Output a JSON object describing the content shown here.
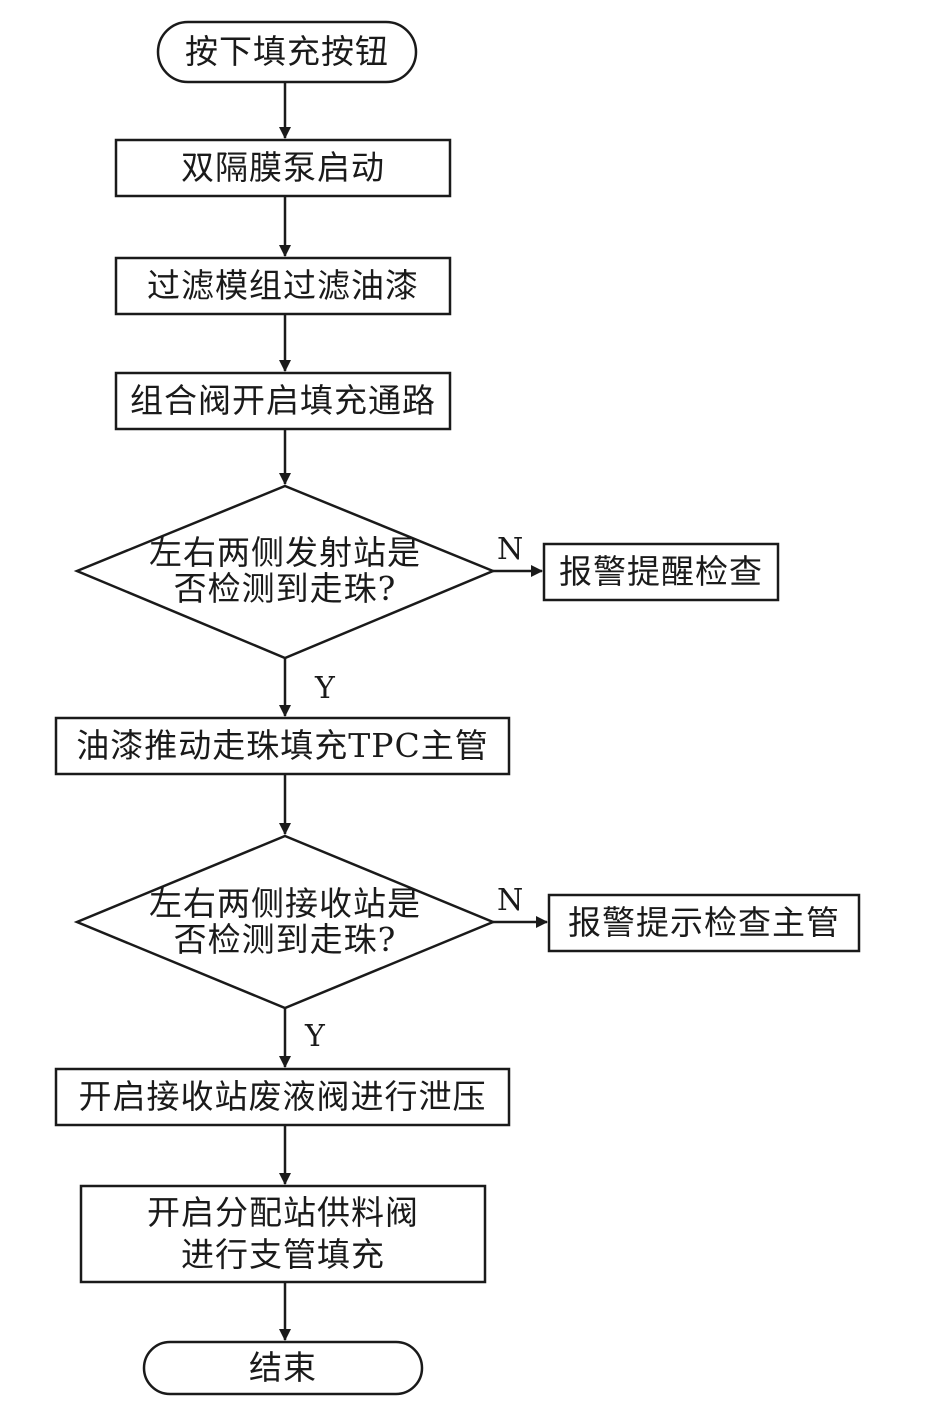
{
  "nodes": {
    "start": "按下填充按钮",
    "pump": "双隔膜泵启动",
    "filter": "过滤模组过滤油漆",
    "valve_open": "组合阀开启填充通路",
    "decision1": "左右两侧发射站是\n否检测到走珠?",
    "alarm1": "报警提醒检查",
    "push": "油漆推动走珠填充TPC主管",
    "decision2": "左右两侧接收站是\n否检测到走珠?",
    "alarm2": "报警提示检查主管",
    "release": "开启接收站废液阀进行泄压",
    "branch": "开启分配站供料阀\n进行支管填充",
    "end": "结束"
  },
  "labels": {
    "d1_no": "N",
    "d1_yes": "Y",
    "d2_no": "N",
    "d2_yes": "Y"
  }
}
